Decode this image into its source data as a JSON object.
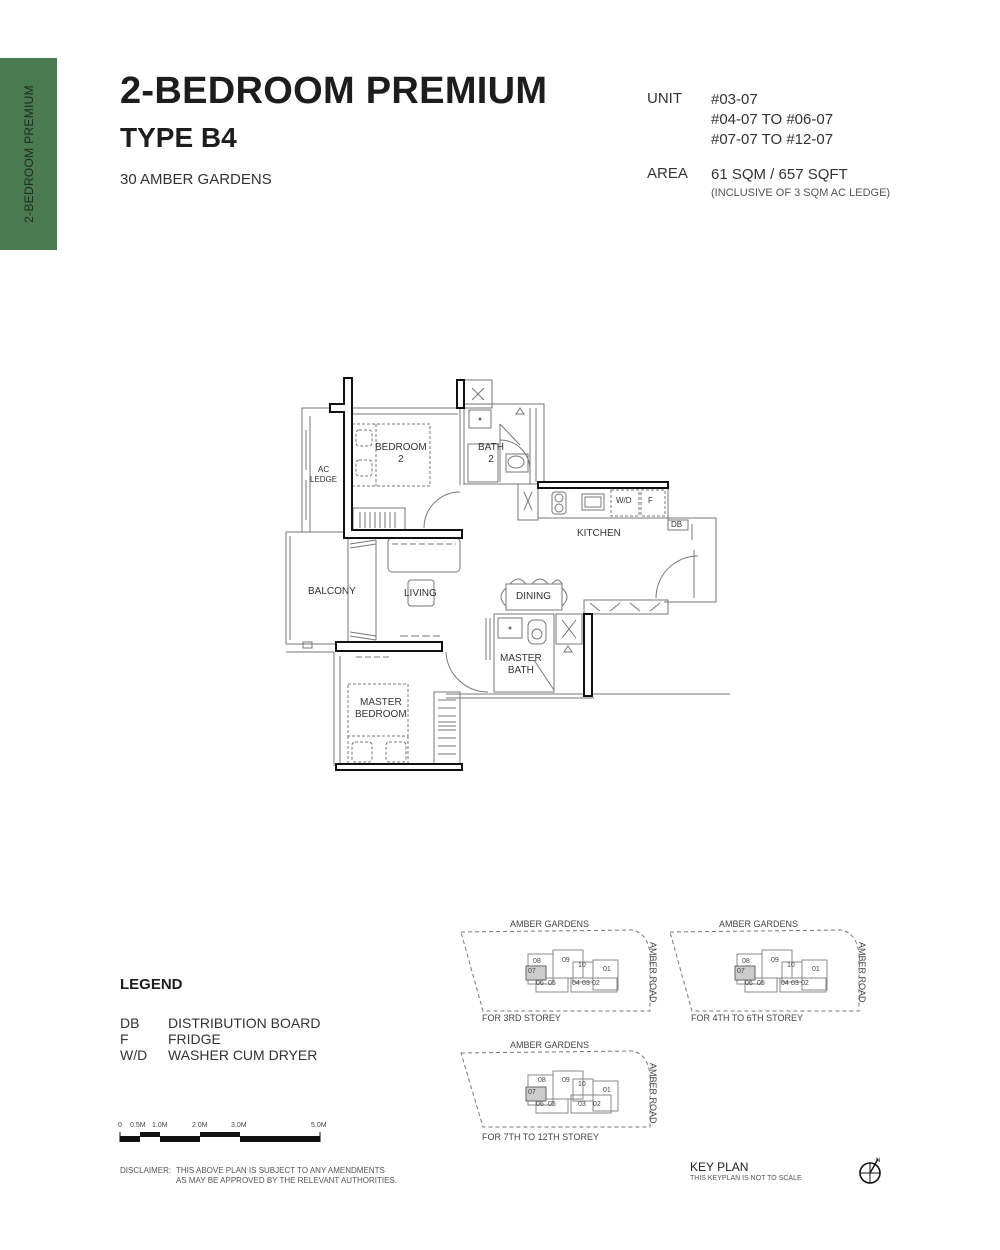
{
  "side_tab": {
    "label": "2-BEDROOM PREMIUM",
    "color": "#4a7a50"
  },
  "header": {
    "title": "2-BEDROOM PREMIUM",
    "subtitle": "TYPE B4",
    "address": "30 AMBER GARDENS"
  },
  "unit_info": {
    "unit_label": "UNIT",
    "units": [
      "#03-07",
      "#04-07 TO #06-07",
      "#07-07 TO #12-07"
    ],
    "area_label": "AREA",
    "area_value": "61 SQM / 657 SQFT",
    "area_note": "(INCLUSIVE OF 3 SQM AC LEDGE)"
  },
  "floor_plan": {
    "rooms": {
      "ac_ledge": "AC\nLEDGE",
      "bedroom2": "BEDROOM\n2",
      "bath2": "BATH\n2",
      "kitchen": "KITCHEN",
      "balcony": "BALCONY",
      "living": "LIVING",
      "dining": "DINING",
      "master_bath": "MASTER\nBATH",
      "master_bedroom": "MASTER\nBEDROOM"
    },
    "fixtures": {
      "wd": "W/D",
      "f": "F",
      "db": "DB"
    }
  },
  "legend": {
    "title": "LEGEND",
    "items": [
      {
        "code": "DB",
        "desc": "DISTRIBUTION BOARD"
      },
      {
        "code": "F",
        "desc": "FRIDGE"
      },
      {
        "code": "W/D",
        "desc": "WASHER CUM DRYER"
      }
    ]
  },
  "scale_bar": {
    "ticks": [
      "0",
      "0.5M",
      "1.0M",
      "2.0M",
      "3.0M",
      "5.0M"
    ]
  },
  "disclaimer": {
    "label": "DISCLAIMER:",
    "text_line1": "THIS ABOVE PLAN IS SUBJECT TO ANY AMENDMENTS",
    "text_line2": "AS MAY BE APPROVED BY THE RELEVANT AUTHORITIES."
  },
  "key_plans": [
    {
      "road_top": "AMBER GARDENS",
      "road_side": "AMBER ROAD",
      "caption": "FOR 3RD STOREY",
      "units_top": [
        "08",
        "09",
        "10",
        "01"
      ],
      "units_bottom": [
        "06",
        "05",
        "04",
        "03",
        "02"
      ],
      "highlight": "07"
    },
    {
      "road_top": "AMBER GARDENS",
      "road_side": "AMBER ROAD",
      "caption": "FOR 4TH TO 6TH STOREY",
      "units_top": [
        "08",
        "09",
        "10",
        "01"
      ],
      "units_bottom": [
        "06",
        "05",
        "04",
        "03",
        "02"
      ],
      "highlight": "07"
    },
    {
      "road_top": "AMBER GARDENS",
      "road_side": "AMBER ROAD",
      "caption": "FOR 7TH TO 12TH STOREY",
      "units_top": [
        "08",
        "09",
        "10",
        "01"
      ],
      "units_bottom": [
        "06",
        "05",
        "03",
        "02"
      ],
      "highlight": "07"
    }
  ],
  "key_plan_footer": {
    "title": "KEY PLAN",
    "note": "THIS KEYPLAN IS NOT TO SCALE"
  },
  "compass": {
    "label": "N"
  }
}
